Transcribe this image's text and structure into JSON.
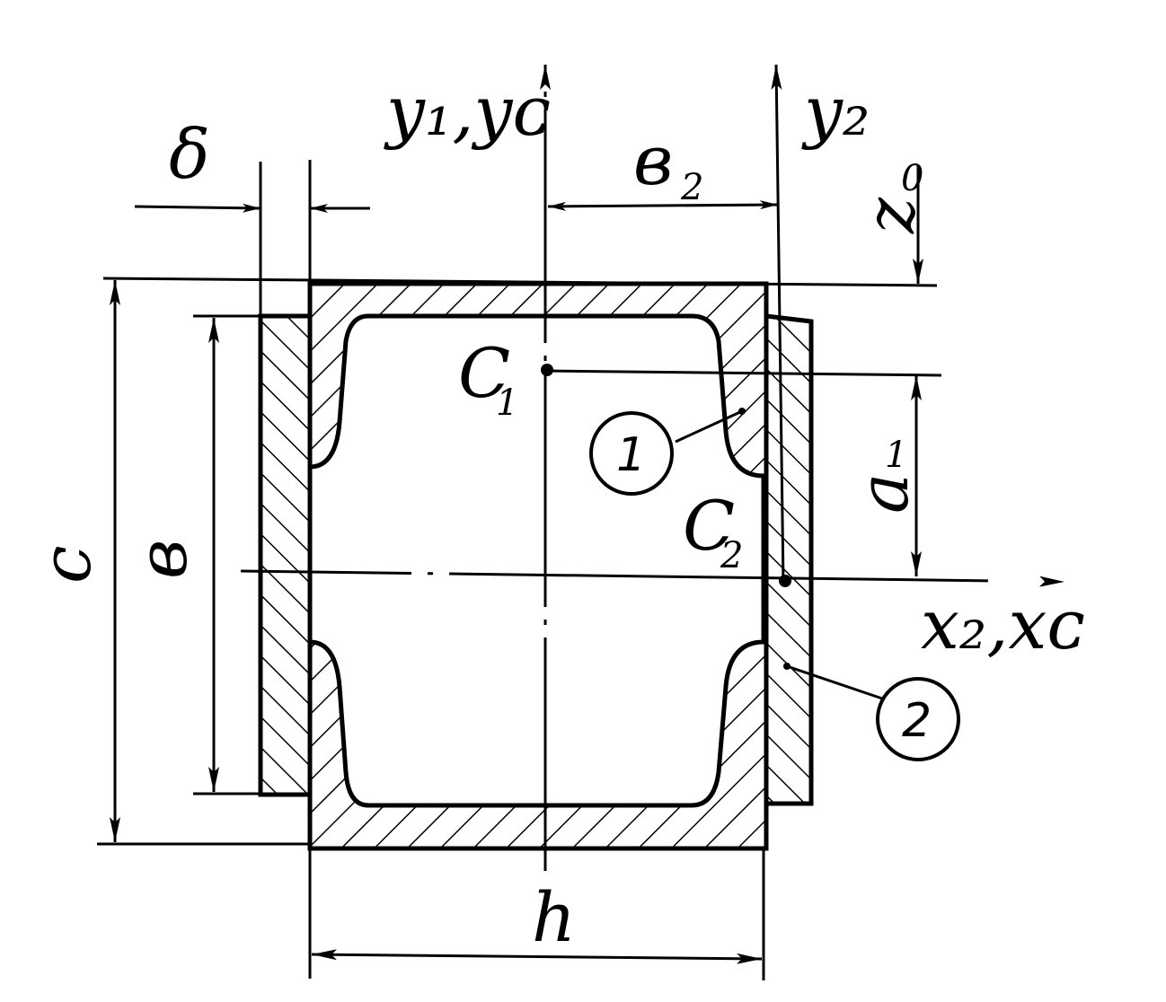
{
  "labels": {
    "y1_yc": "y₁,yᴄ",
    "y2": "y₂",
    "delta": "δ",
    "b2_main": "в",
    "b2_sub": "2",
    "z0_main": "z",
    "z0_sub": "0",
    "c": "c",
    "b": "в",
    "C1_main": "C",
    "C1_sub": "1",
    "C2_main": "C",
    "C2_sub": "2",
    "a1_main": "a",
    "a1_sub": "1",
    "x2_xc": "x₂,xᴄ",
    "h": "h",
    "part1": "1",
    "part2": "2"
  },
  "colors": {
    "ink": "#000000",
    "paper": "#ffffff"
  }
}
